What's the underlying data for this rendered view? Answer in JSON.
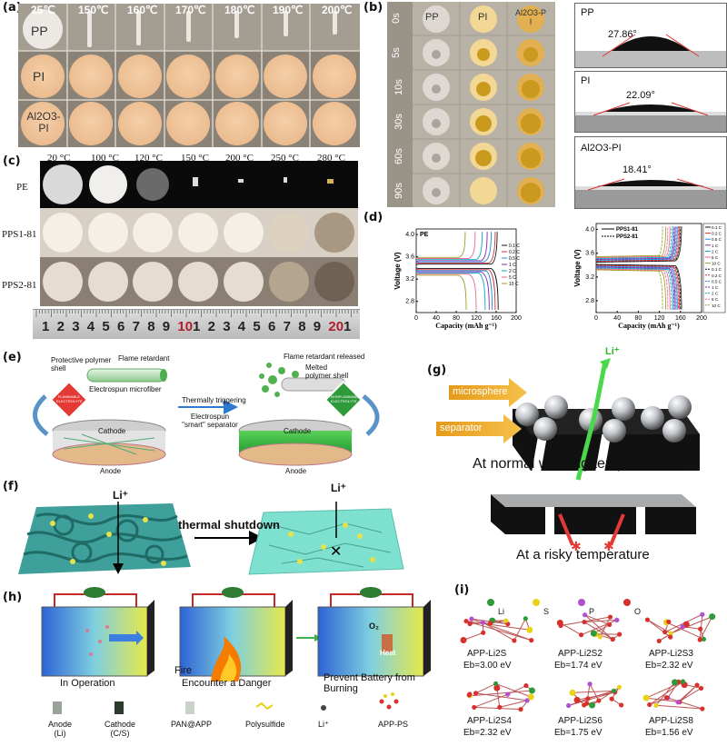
{
  "panel_a": {
    "label": "(a)",
    "temps": [
      "25℃",
      "150℃",
      "160℃",
      "170℃",
      "180℃",
      "190℃",
      "200℃"
    ],
    "rows": [
      "PP",
      "PI",
      "Al2O3-PI"
    ]
  },
  "panel_b": {
    "label": "(b)",
    "columns": [
      "PP",
      "PI",
      "Al2O3-PI"
    ],
    "times": [
      "0s",
      "5s",
      "10s",
      "30s",
      "60s",
      "90s"
    ],
    "angles": [
      {
        "name": "PP",
        "angle": "27.86°"
      },
      {
        "name": "PI",
        "angle": "22.09°"
      },
      {
        "name": "Al2O3-PI",
        "angle": "18.41°"
      }
    ]
  },
  "panel_c": {
    "label": "(c)",
    "temps": [
      "20 °C",
      "100 °C",
      "120 °C",
      "150 °C",
      "200 °C",
      "250 °C",
      "280 °C"
    ],
    "rows": [
      "PE",
      "PPS1-81",
      "PPS2-81"
    ],
    "ruler": [
      "1",
      "2",
      "3",
      "4",
      "5",
      "6",
      "7",
      "8",
      "9",
      "10",
      "1",
      "2",
      "3",
      "4",
      "5",
      "6",
      "7",
      "8",
      "9",
      "20",
      "1"
    ]
  },
  "panel_d": {
    "label": "(d)",
    "left_tag": "PE",
    "right_legend": [
      "PPS1-81",
      "PPS2-81"
    ],
    "rate_labels": [
      "0.1 C",
      "0.2 C",
      "0.5 C",
      "1 C",
      "2 C",
      "5 C",
      "10 C"
    ],
    "rate_labels_right": [
      "0.1 C",
      "0.2 C",
      "0.5 C",
      "1 C",
      "2 C",
      "5 C",
      "10 C",
      "0.1 C",
      "0.2 C",
      "0.5 C",
      "1 C",
      "2 C",
      "5 C",
      "10 C"
    ],
    "xlabel": "Capacity (mAh g⁻¹)",
    "ylabel": "Voltage (V)",
    "xticks": [
      "0",
      "40",
      "80",
      "120",
      "160",
      "200"
    ],
    "yticks": [
      "2.8",
      "3.2",
      "3.6",
      "4.0"
    ]
  },
  "chart_data": [
    {
      "type": "line",
      "title": "PE",
      "xlabel": "Capacity (mAh g⁻¹)",
      "ylabel": "Voltage (V)",
      "xlim": [
        0,
        200
      ],
      "ylim": [
        2.6,
        4.1
      ],
      "series": [
        {
          "name": "0.1 C",
          "charge_end": 162,
          "discharge_end": 164
        },
        {
          "name": "0.2 C",
          "charge_end": 158,
          "discharge_end": 158
        },
        {
          "name": "0.5 C",
          "charge_end": 150,
          "discharge_end": 152
        },
        {
          "name": "1 C",
          "charge_end": 142,
          "discharge_end": 146
        },
        {
          "name": "2 C",
          "charge_end": 132,
          "discharge_end": 138
        },
        {
          "name": "5 C",
          "charge_end": 118,
          "discharge_end": 120
        },
        {
          "name": "10 C",
          "charge_end": 98,
          "discharge_end": 100
        }
      ]
    },
    {
      "type": "line",
      "xlabel": "Capacity (mAh g⁻¹)",
      "ylabel": "Voltage (V)",
      "xlim": [
        0,
        200
      ],
      "ylim": [
        2.6,
        4.1
      ],
      "series": [
        {
          "name": "PPS1-81",
          "ends": [
            162,
            158,
            154,
            150,
            146,
            140,
            132
          ]
        },
        {
          "name": "PPS2-81",
          "ends": [
            160,
            156,
            152,
            148,
            143,
            136,
            126
          ]
        }
      ]
    }
  ],
  "panel_e": {
    "label": "(e)",
    "labels": [
      "Protective polymer shell",
      "Flame retardant",
      "Electrospun microfiber",
      "Flame retardant released",
      "Melted polymer shell",
      "Thermally triggering",
      "Electrospun \"smart\" separator",
      "Cathode",
      "Anode",
      "Cathode",
      "Anode"
    ],
    "diamond_left": "FLAMMABLE ELECTROLYTE",
    "diamond_right": "NONFLAMMABLE ELECTROLYTE"
  },
  "panel_f": {
    "label": "(f)",
    "arrow_text": "thermal shutdown",
    "ion": "Li⁺"
  },
  "panel_g": {
    "label": "(g)",
    "tags": [
      "microsphere",
      "separator"
    ],
    "ion": "Li⁺",
    "caption_top": "At normal working temperatures",
    "caption_bottom": "At a risky temperature"
  },
  "panel_h": {
    "label": "(h)",
    "stages": [
      "In Operation",
      "Encounter a Danger",
      "Prevent Battery from Burning"
    ],
    "fire": "Fire",
    "o2": "O₂",
    "heat": "Heat",
    "legend": [
      "Anode (Li)",
      "Cathode (C/S)",
      "PAN@APP",
      "Polysulfide",
      "Li⁺",
      "APP-PS"
    ]
  },
  "panel_i": {
    "label": "(i)",
    "legend": [
      "Li",
      "S",
      "P",
      "O"
    ],
    "legend_colors": [
      "#2e9a3a",
      "#e8d21a",
      "#b24fd1",
      "#d8312b"
    ],
    "structures": [
      {
        "name": "APP-Li2S",
        "eb": "Eb=3.00 eV"
      },
      {
        "name": "APP-Li2S2",
        "eb": "Eb=1.74 eV"
      },
      {
        "name": "APP-Li2S3",
        "eb": "Eb=2.32 eV"
      },
      {
        "name": "APP-Li2S4",
        "eb": "Eb=2.32 eV"
      },
      {
        "name": "APP-Li2S6",
        "eb": "Eb=1.75 eV"
      },
      {
        "name": "APP-Li2S8",
        "eb": "Eb=1.56 eV"
      }
    ]
  }
}
